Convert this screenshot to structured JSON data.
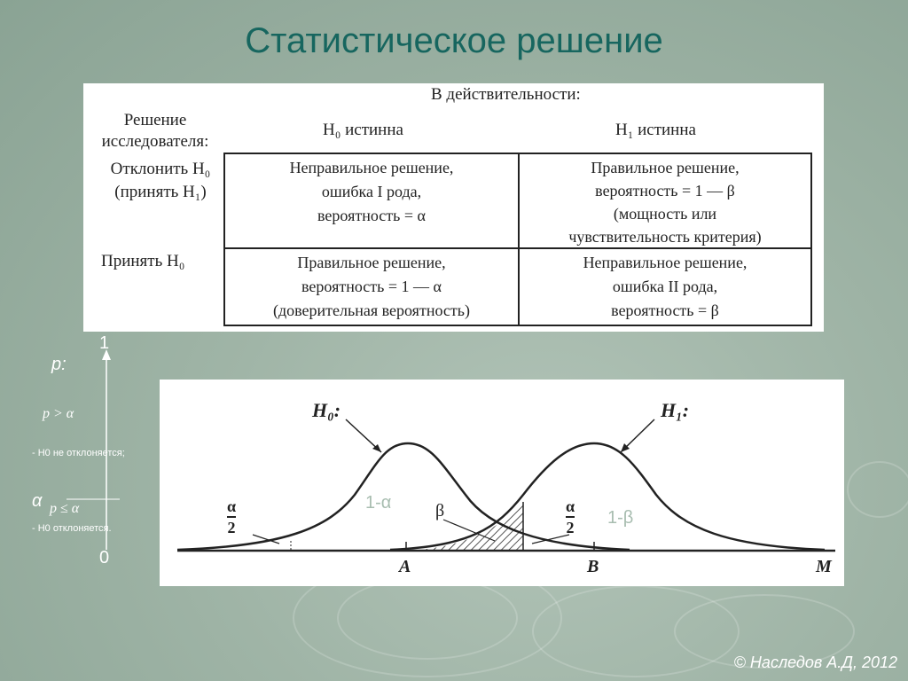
{
  "title": "Статистическое решение",
  "table": {
    "reality_header": "В действительности:",
    "decision_header": [
      "Решение",
      "исследователя:"
    ],
    "col_h0": "H₀ истинна",
    "col_h1": "H₁ истинна",
    "row_reject": [
      "Отклонить H₀",
      "(принять H₁)"
    ],
    "row_accept": "Принять H₀",
    "cells": {
      "reject_h0_true": [
        "Неправильное решение,",
        "ошибка I рода,",
        "вероятность = α"
      ],
      "reject_h1_true": [
        "Правильное решение,",
        "вероятность = 1 — β",
        "(мощность или",
        "чувствительность критерия)"
      ],
      "accept_h0_true": [
        "Правильное решение,",
        "вероятность = 1 — α",
        "(доверительная вероятность)"
      ],
      "accept_h1_true": [
        "Неправильное решение,",
        "ошибка II рода,",
        "вероятность = β"
      ]
    }
  },
  "scale": {
    "top": "1",
    "bottom": "0",
    "p_label": "p:",
    "cond_not_reject": "p > α",
    "note_not_reject": "- H0 не отклоняется;",
    "alpha": "α",
    "cond_reject": "p ≤ α",
    "note_reject": "- H0 отклоняется."
  },
  "graph": {
    "h0_label": "H₀:",
    "h1_label": "H₁:",
    "alpha_half_left": [
      "α",
      "2"
    ],
    "alpha_half_right": [
      "α",
      "2"
    ],
    "one_minus_alpha": "1-α",
    "one_minus_beta": "1-β",
    "beta": "β",
    "point_a": "A",
    "point_b": "B",
    "axis_m": "M"
  },
  "footer": "© Наследов А.Д, 2012",
  "colors": {
    "title": "#17665f",
    "background": "#9fb4a6"
  }
}
